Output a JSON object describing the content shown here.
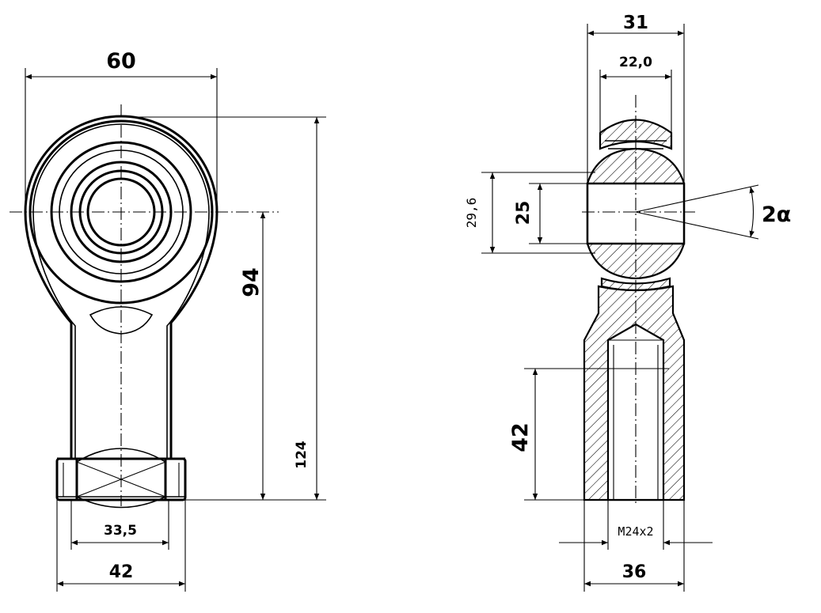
{
  "front_view": {
    "dim_width": "60",
    "dim_center_to_base": "94",
    "dim_overall_length": "124",
    "dim_wrench_flats": "33,5",
    "dim_base_width": "42"
  },
  "side_view": {
    "dim_outer_width": "31",
    "dim_ball_width": "22,0",
    "dim_ball_diameter": "29,6",
    "dim_bore": "25",
    "dim_angle": "2α",
    "dim_thread_depth": "42",
    "thread_label": "M24x2",
    "dim_shank_width": "36"
  }
}
